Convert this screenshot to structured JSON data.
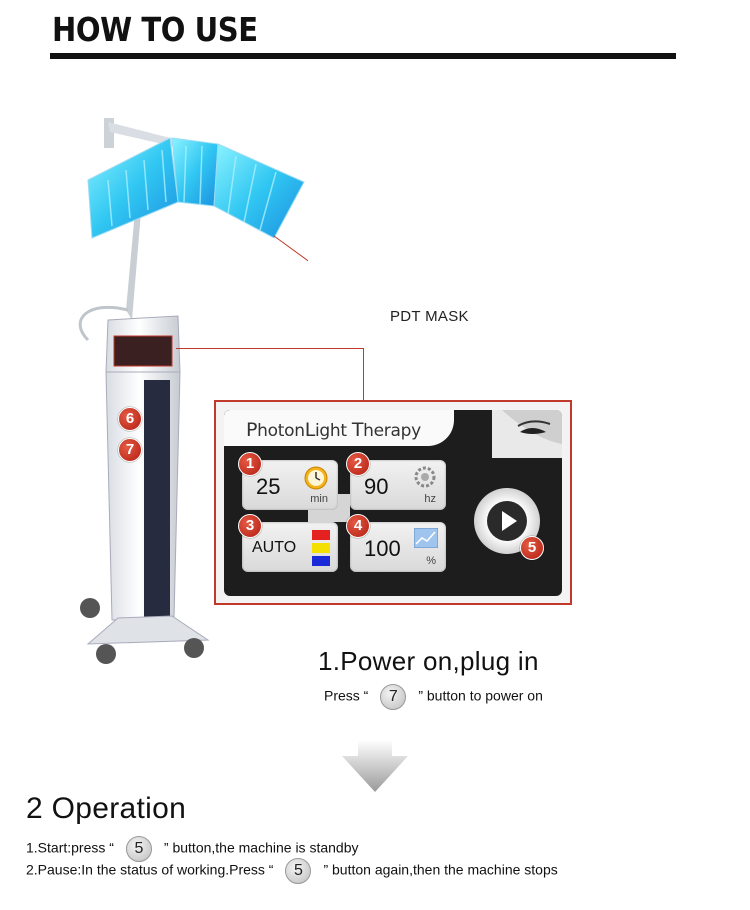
{
  "header": {
    "title": "HOW TO USE"
  },
  "device": {
    "mask_label": "PDT MASK",
    "button_6": "6",
    "button_7": "7"
  },
  "panel": {
    "title_prefix_1": "P",
    "title_word_1": "hoton",
    "title_prefix_2": "L",
    "title_word_2": "ight ",
    "title_prefix_3": "T",
    "title_word_3": "herapy",
    "tiles": [
      {
        "badge": "1",
        "value": "25",
        "unit": "min",
        "icon": "clock-icon"
      },
      {
        "badge": "2",
        "value": "90",
        "unit": "hz",
        "icon": "gear-icon"
      },
      {
        "badge": "3",
        "value": "AUTO",
        "unit": "",
        "icon": "color-bars-icon"
      },
      {
        "badge": "4",
        "value": "100",
        "unit": "%",
        "icon": "chart-icon"
      }
    ],
    "play_badge": "5",
    "colors": {
      "red": "#e52020",
      "yellow": "#f4e000",
      "blue": "#1a2ad8"
    }
  },
  "step1": {
    "title": "1.Power on,plug in",
    "press": "Press “",
    "button": "7",
    "after": "” button to power on"
  },
  "operation": {
    "title": "2 Operation",
    "line1_pre": "1.Start:press “",
    "line1_btn": "5",
    "line1_post": "” button,the machine is standby",
    "line2_pre": "2.Pause:In the status of working.Press “",
    "line2_btn": "5",
    "line2_post": "” button again,then the machine stops"
  }
}
